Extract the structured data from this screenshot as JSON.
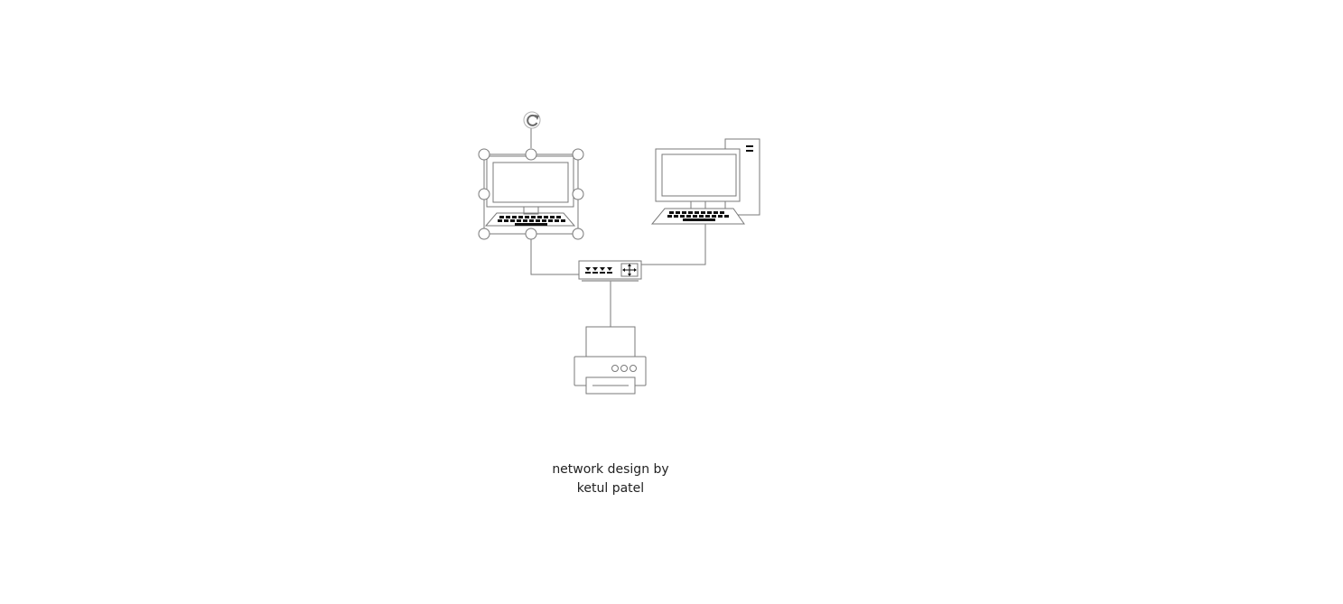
{
  "caption": {
    "line1": "network design by",
    "line2": "ketul patel"
  },
  "nodes": [
    {
      "id": "laptop",
      "icon": "laptop-icon",
      "selected": true
    },
    {
      "id": "desktop",
      "icon": "desktop-computer-icon",
      "selected": false
    },
    {
      "id": "switch",
      "icon": "network-switch-icon",
      "selected": false
    },
    {
      "id": "printer",
      "icon": "printer-icon",
      "selected": false
    }
  ],
  "connections": [
    {
      "from": "laptop",
      "to": "switch"
    },
    {
      "from": "desktop",
      "to": "switch"
    },
    {
      "from": "switch",
      "to": "printer"
    }
  ],
  "colors": {
    "stroke": "#7a7a7a",
    "selection_handle": "#7a7a7a",
    "key_fill": "#111111",
    "text": "#222222"
  }
}
